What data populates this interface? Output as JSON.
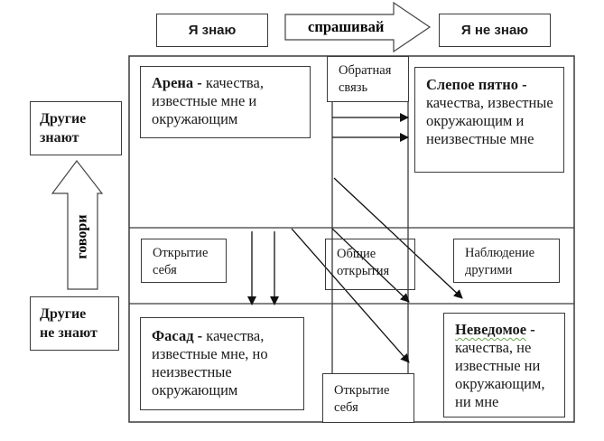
{
  "header": {
    "i_know": "Я знаю",
    "ask_arrow": "спрашивай",
    "i_dont_know": "Я не знаю"
  },
  "left": {
    "others_know": [
      "Другие",
      "знают"
    ],
    "tell_arrow": "говори",
    "others_dont_know": [
      "Другие",
      "не знают"
    ]
  },
  "quadrants": {
    "arena": {
      "title": "Арена -",
      "text": " качества, известные мне и окружающим"
    },
    "blind_spot": {
      "title": "Слепое пятно -",
      "text": " качества, известные окружающим и неизвестные мне"
    },
    "facade": {
      "title": "Фасад -",
      "text": " качества, известные мне, но неизвестные окружающим"
    },
    "unknown": {
      "title": "Неведомое",
      "title_suffix": " -",
      "text": " качества, не известные ни окружающим, ни мне"
    }
  },
  "labels": {
    "feedback": [
      "Обратная",
      "связь"
    ],
    "self_disclosure_mid": [
      "Открытие",
      "себя"
    ],
    "shared_discovery": [
      "Общие",
      "открытия"
    ],
    "observation_by_others": [
      "Наблюдение",
      "другими"
    ],
    "self_disclosure_bottom": [
      "Открытие",
      "себя"
    ]
  },
  "colors": {
    "stroke": "#3a3a3a",
    "arrow": "#111111",
    "spellcheck": "#6aa84f"
  }
}
